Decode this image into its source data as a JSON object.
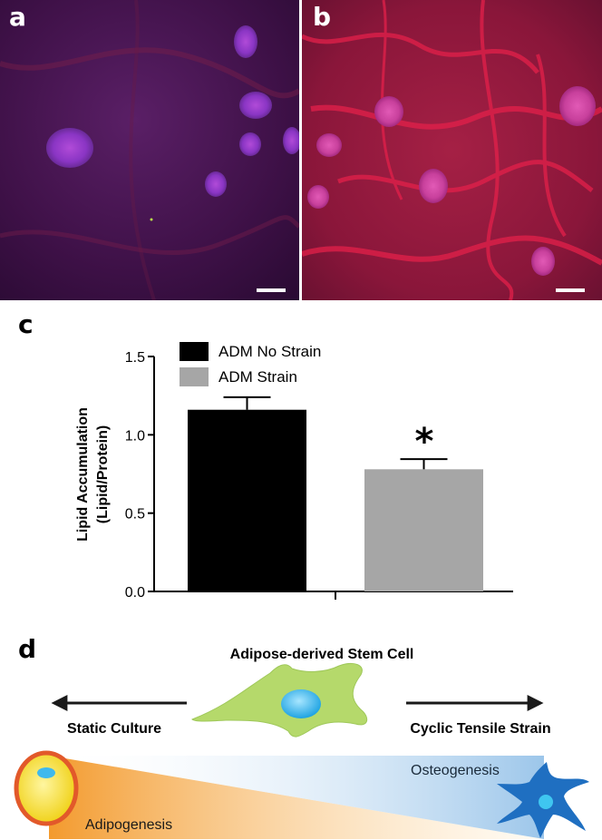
{
  "figure": {
    "panels": {
      "a": "a",
      "b": "b",
      "c": "c",
      "d": "d"
    }
  },
  "chart_data": {
    "type": "bar",
    "categories": [
      "ADM No Strain",
      "ADM Strain"
    ],
    "values": [
      1.16,
      0.78
    ],
    "errors": [
      0.08,
      0.065
    ],
    "ylabel_line1": "Lipid Accumulation",
    "ylabel_line2": "(Lipid/Protein)",
    "ylim": [
      0,
      1.5
    ],
    "yticks": [
      "0.0",
      "0.5",
      "1.0",
      "1.5"
    ],
    "ytick_values": [
      0,
      0.5,
      1.0,
      1.5
    ],
    "legend": [
      {
        "label": "ADM No Strain",
        "color": "#000000"
      },
      {
        "label": "ADM Strain",
        "color": "#a6a6a6"
      }
    ],
    "significance_marker": "*",
    "colors": [
      "#000000",
      "#a6a6a6"
    ]
  },
  "diagram": {
    "cell_title": "Adipose-derived Stem Cell",
    "left_label": "Static Culture",
    "right_label": "Cyclic Tensile Strain",
    "adipo_label": "Adipogenesis",
    "osteo_label": "Osteogenesis",
    "colors": {
      "stem_cell": "#b5d96b",
      "nucleus": "#3fb9ec",
      "adipocyte": "#f5e43a",
      "adipocyte_rim": "#e2592a",
      "osteocyte": "#1f6fc1",
      "adipo_gradient": "#f39a2d",
      "osteo_gradient": "#9cc6ea"
    }
  }
}
